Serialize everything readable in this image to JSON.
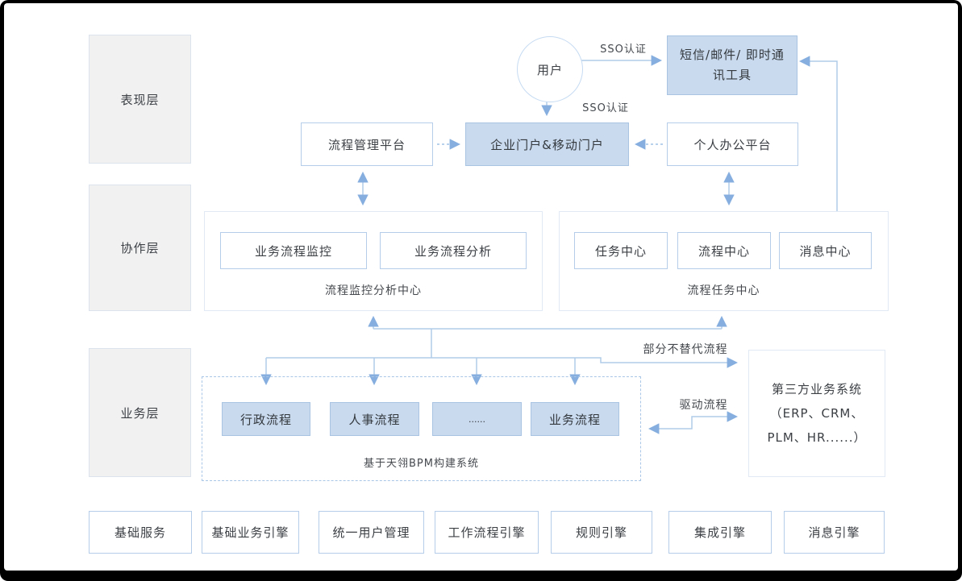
{
  "layer_labels": [
    "表现层",
    "协作层",
    "业务层"
  ],
  "top_section": {
    "user_label": "用户",
    "sso_label_to_messaging": "SSO认证",
    "sso_label_to_portal": "SSO认证",
    "messaging_tools": "短信/邮件/ 即时通讯工具",
    "process_mgmt_platform": "流程管理平台",
    "enterprise_portal": "企业门户&移动门户",
    "personal_office_platform": "个人办公平台"
  },
  "collaboration_section": {
    "monitor_center": {
      "items": [
        "业务流程监控",
        "业务流程分析"
      ],
      "label": "流程监控分析中心"
    },
    "task_center": {
      "items": [
        "任务中心",
        "流程中心",
        "消息中心"
      ],
      "label": "流程任务中心"
    }
  },
  "business_section": {
    "bpm_box": {
      "items": [
        "行政流程",
        "人事流程",
        "......",
        "业务流程"
      ],
      "label": "基于天翎BPM构建系统"
    },
    "third_party_system": "第三方业务系统\n（ERP、CRM、\nPLM、HR......）",
    "partial_not_replaced_label": "部分不替代流程",
    "drive_process_label": "驱动流程"
  },
  "foundation_row": [
    "基础服务",
    "基础业务引擎",
    "统一用户管理",
    "工作流程引擎",
    "规则引擎",
    "集成引擎",
    "消息引擎"
  ],
  "colors": {
    "node_blue_fill": "#c9daef",
    "node_blue_border": "#a9c3e2",
    "node_border_blue": "#b5cde9",
    "container_border": "#e1e9f4",
    "layer_gray_fill": "#f1f1f2",
    "wire_blue": "#b0cbe9",
    "arrowhead_blue": "#86afdf",
    "frame_black": "#000000",
    "text_dark": "#3c4045"
  }
}
